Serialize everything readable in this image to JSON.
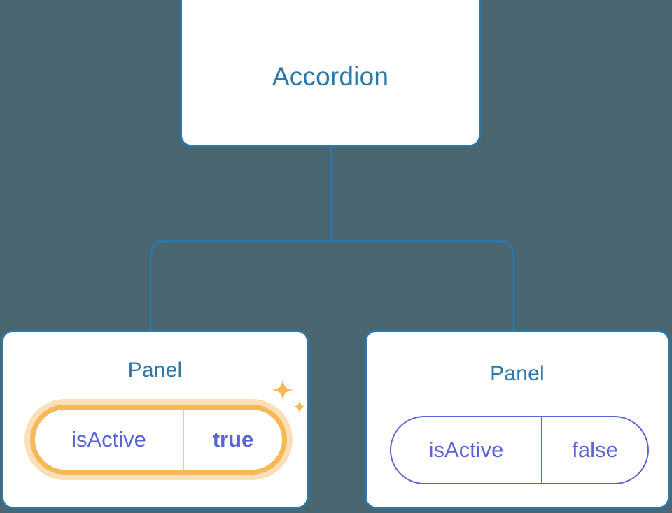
{
  "diagram": {
    "type": "component-tree",
    "background_color": "#4a6670",
    "accent_color": "#2d78ab",
    "prop_color": "#5a63d8",
    "highlight_color": "#f7b955",
    "highlight_glow_color": "#fae0b8",
    "root": {
      "title": "Accordion"
    },
    "children": [
      {
        "title": "Panel",
        "highlighted": true,
        "props": [
          {
            "key": "isActive",
            "value": "true"
          }
        ],
        "sparkle_icons": [
          "sparkle-large-icon",
          "sparkle-small-icon"
        ]
      },
      {
        "title": "Panel",
        "highlighted": false,
        "props": [
          {
            "key": "isActive",
            "value": "false"
          }
        ]
      }
    ],
    "edges": [
      {
        "from": "Accordion",
        "to": "Panel (left)"
      },
      {
        "from": "Accordion",
        "to": "Panel (right)"
      }
    ]
  }
}
